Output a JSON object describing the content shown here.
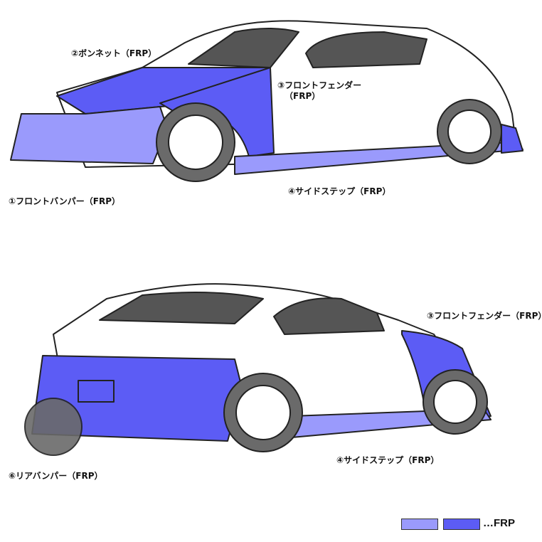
{
  "colors": {
    "light_frp": "#9a9afc",
    "dark_frp": "#5c5cf5",
    "body": "#ffffff",
    "glass": "#555555",
    "tire": "#6a6a6a"
  },
  "labels": {
    "bonnet": "②ボンネット（FRP）",
    "front_fender_top_1": "③フロントフェンダー",
    "front_fender_top_2": "（FRP）",
    "front_bumper": "①フロントバンパー（FRP）",
    "side_step_top": "④サイドステップ（FRP）",
    "front_fender_bottom": "③フロントフェンダー（FRP）",
    "side_step_bottom": "④サイドステップ（FRP）",
    "rear_bumper": "⑥リアバンパー（FRP）"
  },
  "legend": {
    "text": "…FRP"
  }
}
